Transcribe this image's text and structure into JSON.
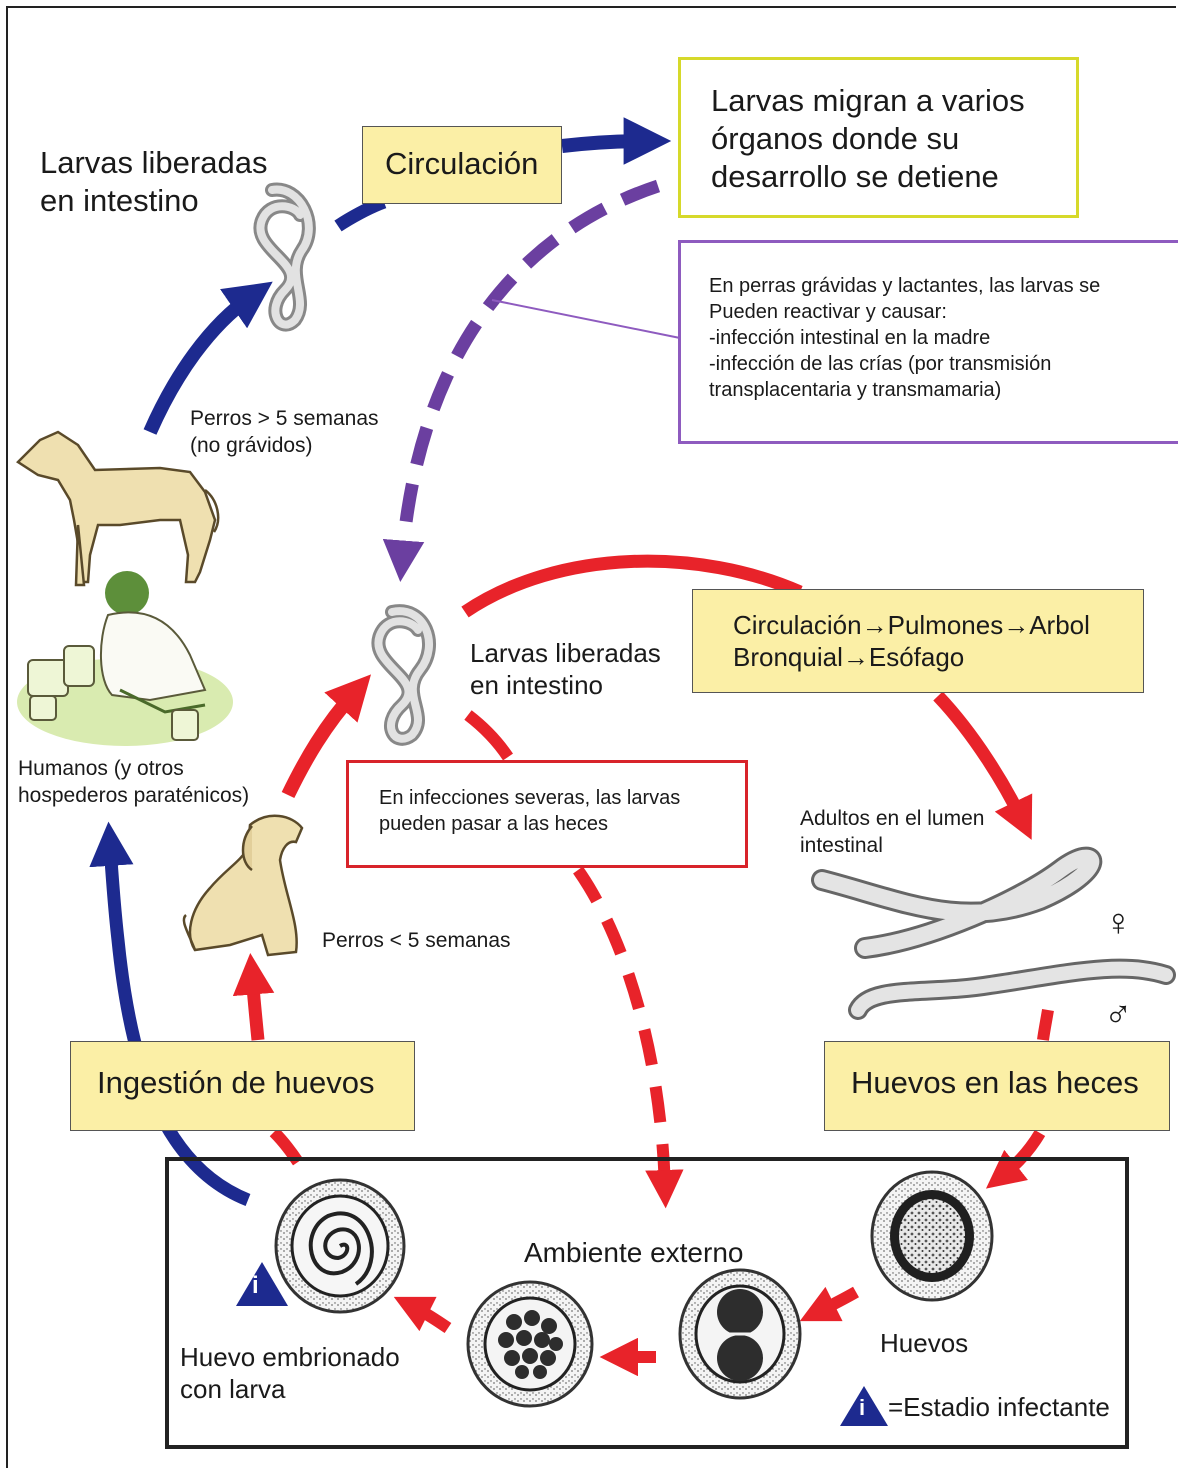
{
  "top": {
    "larvae_released": [
      "Larvas liberadas",
      "en intestino"
    ],
    "circulation_box": "Circulación",
    "migration_box": [
      "Larvas migran a varios",
      "órganos donde su",
      "desarrollo se detiene"
    ],
    "reactivation_box": [
      "En perras grávidas y lactantes, las larvas se",
      "Pueden reactivar y causar:",
      "-infección intestinal en la madre",
      "-infección de las crías (por transmisión",
      "transplacentaria y transmamaria)"
    ],
    "dogs_older": [
      "Perros > 5 semanas",
      "(no grávidos)"
    ]
  },
  "middle": {
    "larvae_released": [
      "Larvas liberadas",
      "en intestino"
    ],
    "route_box": [
      "Circulación→Pulmones→Arbol",
      "Bronquial→Esófago"
    ],
    "severe_box": [
      "En infecciones severas, las larvas",
      "pueden pasar a las heces"
    ],
    "humans": [
      "Humanos (y otros",
      "hospederos paraténicos)"
    ],
    "dogs_younger": "Perros < 5 semanas",
    "adults": [
      "Adultos en el lumen",
      "intestinal"
    ],
    "female_symbol": "♀",
    "male_symbol": "♂"
  },
  "bottom": {
    "ingestion_box": "Ingestión de huevos",
    "eggs_feces_box": "Huevos en las heces",
    "environment_title": "Ambiente externo",
    "embryonated_egg": [
      "Huevo embrionado",
      "con larva"
    ],
    "eggs_label": "Huevos",
    "legend_icon": "i",
    "legend_text": "=Estadio infectante"
  },
  "colors": {
    "blue_arrow": "#1d2a8f",
    "red_arrow": "#e8232a",
    "purple_arrow": "#6b3fa0",
    "yellow_fill": "#fbefa6",
    "yellow_border": "#d6d92a",
    "purple_border": "#8e5bbf",
    "red_border": "#d8232a"
  }
}
